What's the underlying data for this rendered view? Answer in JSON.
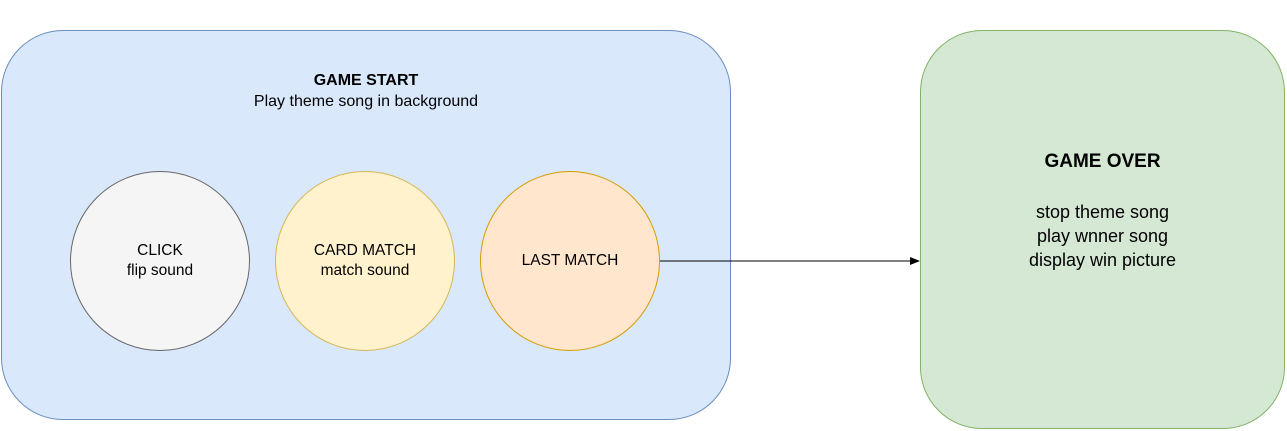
{
  "game_start": {
    "title": "GAME START",
    "subtitle": "Play theme song in background",
    "fill": "#dae8fc",
    "stroke": "#6c8ebf"
  },
  "events": [
    {
      "title": "CLICK",
      "subtitle": "flip sound",
      "fill": "#f5f5f5",
      "stroke": "#666666"
    },
    {
      "title": "CARD MATCH",
      "subtitle": "match sound",
      "fill": "#fff2cc",
      "stroke": "#d6b656"
    },
    {
      "title": "LAST MATCH",
      "subtitle": "",
      "fill": "#ffe6cc",
      "stroke": "#d79b00"
    }
  ],
  "game_over": {
    "title": "GAME OVER",
    "lines": [
      "stop theme song",
      "play wnner song",
      "display win picture"
    ],
    "fill": "#d5e8d4",
    "stroke": "#82b366"
  },
  "connector": {
    "from": "LAST MATCH",
    "to": "GAME OVER",
    "color": "#000000"
  }
}
